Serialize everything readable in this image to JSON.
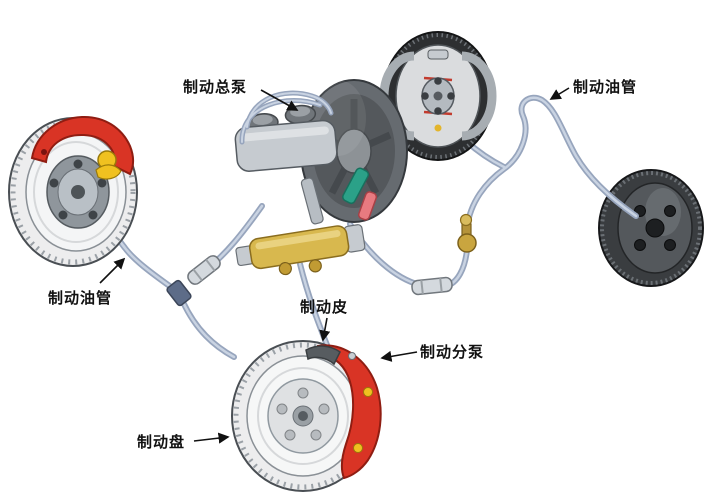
{
  "labels": {
    "master_cylinder": "制动总泵",
    "brake_line_top_right": "制动油管",
    "brake_line_left": "制动油管",
    "brake_pad": "制动皮",
    "brake_wheel_cylinder": "制动分泵",
    "brake_disc": "制动盘"
  },
  "colors": {
    "background": "#ffffff",
    "label_text": "#111111",
    "caliper_red": "#d93425",
    "caliper_red_dark": "#8f1d12",
    "piston_yellow": "#f0c120",
    "valve_gold": "#d8b84e",
    "gasket_teal": "#2ba188",
    "seal_pink": "#e87a80",
    "pipe_dark": "#97a5bd",
    "pipe_light": "#c9d3e2",
    "drum_dark": "#2d2f31",
    "disc_light": "#ededee"
  }
}
